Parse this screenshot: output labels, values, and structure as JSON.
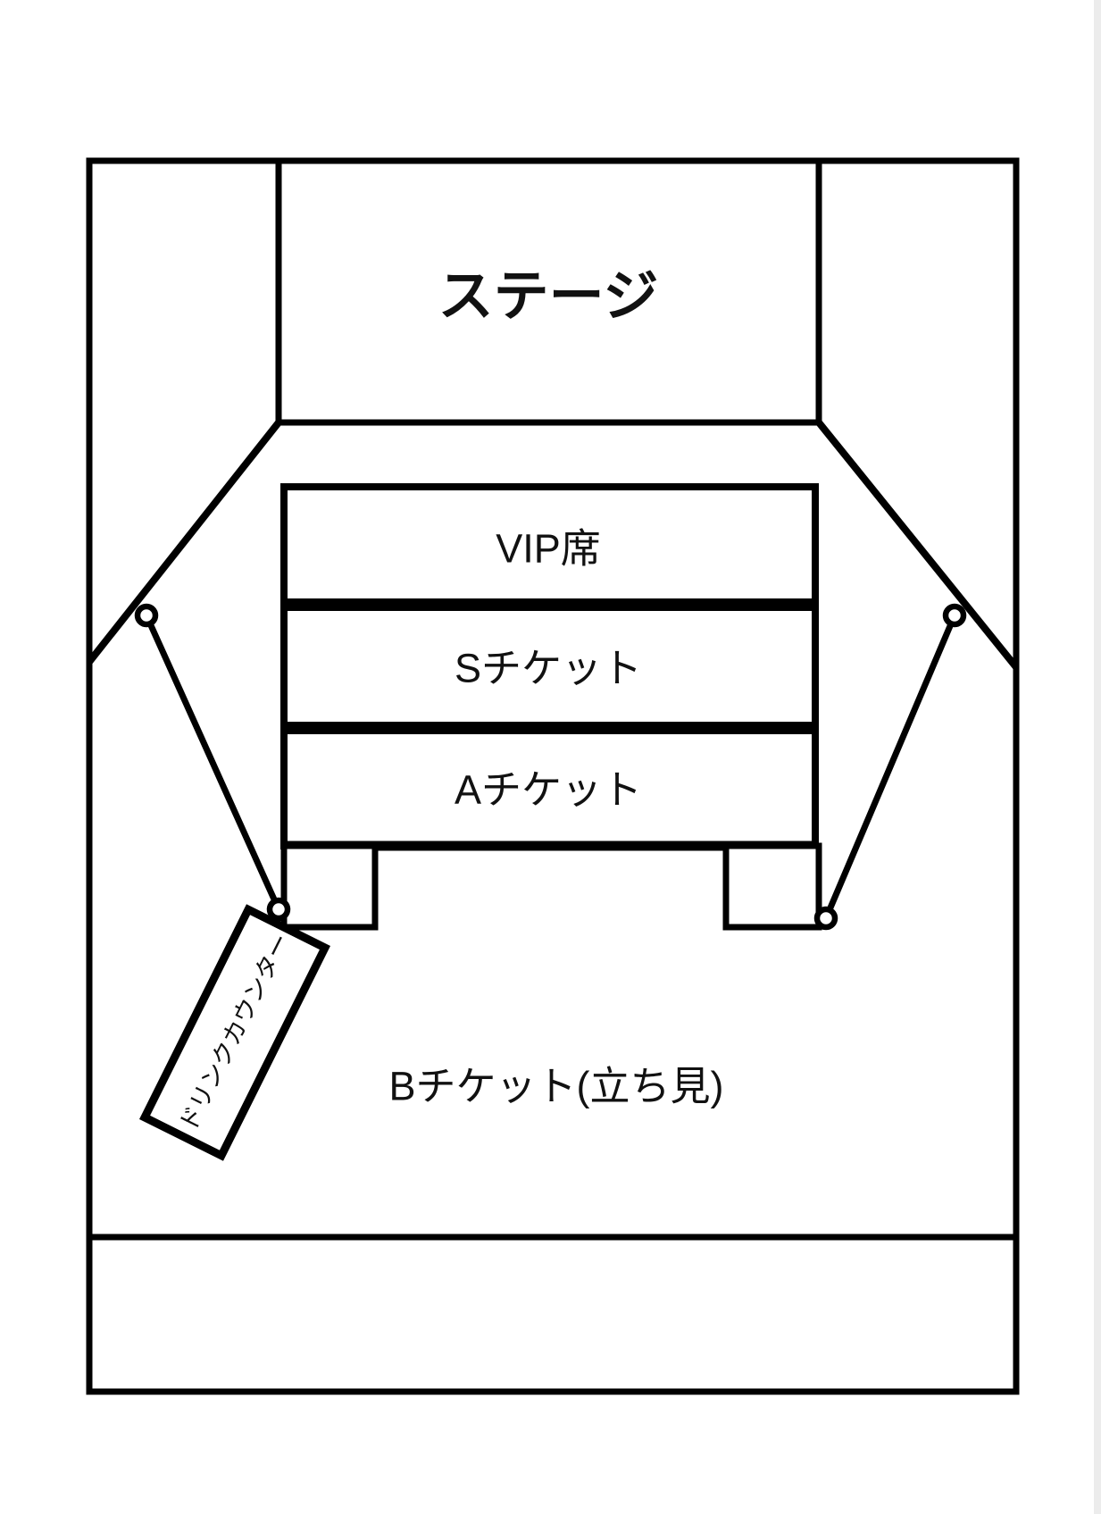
{
  "venue": {
    "stage": {
      "label": "ステージ"
    },
    "sections": [
      {
        "label": "VIP席"
      },
      {
        "label": "Sチケット"
      },
      {
        "label": "Aチケット"
      }
    ],
    "standing": {
      "label": "Bチケット(立ち見)"
    },
    "drink_counter": {
      "label": "ドリンクカウンター"
    },
    "colors": {
      "line": "#000000",
      "text": "#111111",
      "background": "#ffffff"
    }
  }
}
